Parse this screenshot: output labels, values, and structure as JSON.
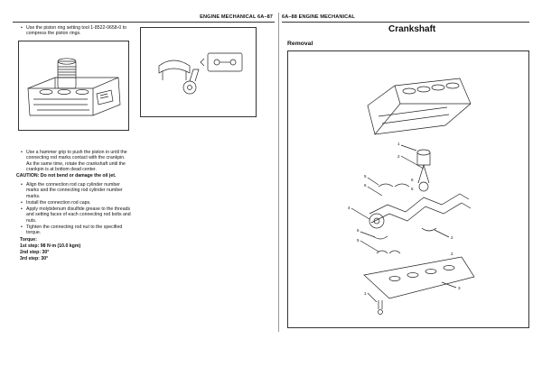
{
  "left_page": {
    "header": "ENGINE MECHANICAL    6A–87",
    "steps_top": [
      {
        "line1": "Use the piston ring setting tool 1-8522-0658-0 to",
        "line2": "compress the piston rings."
      }
    ],
    "steps_mid": [
      {
        "lines": [
          "Use a hammer grip to push the piston in until the",
          "connecting rod marks contact with the crankpin.",
          "As the same time, rotate the crankshaft until the",
          "crankpin is at bottom dead center."
        ]
      }
    ],
    "caution": "CAUTION: Do not bend or damage the oil jet.",
    "steps_bottom": [
      {
        "lines": [
          "Align the connection rod cap cylinder number",
          "marks and the connecting rod cylinder number",
          "marks."
        ]
      },
      {
        "lines": [
          "Install the connection rod caps."
        ]
      },
      {
        "lines": [
          "Apply molybdenum disulfide grease to the threads",
          "and setting faces of each connecting rod bolts and",
          "nuts."
        ]
      },
      {
        "lines": [
          "Tighten the connecting rod nut to the specified",
          "torque."
        ]
      }
    ],
    "torque": {
      "label": "Torque:",
      "step1": "1st step: 98 N·m (10.0 kgm)",
      "step2": "2nd step: 30°",
      "step3": "3rd step: 30°"
    }
  },
  "right_page": {
    "header": "6A–88   ENGINE MECHANICAL",
    "title": "Crankshaft",
    "subtitle": "Removal",
    "callouts": [
      "1",
      "2",
      "5",
      "6",
      "6",
      "5",
      "4",
      "2",
      "6",
      "5",
      "3",
      "2",
      "1"
    ]
  }
}
